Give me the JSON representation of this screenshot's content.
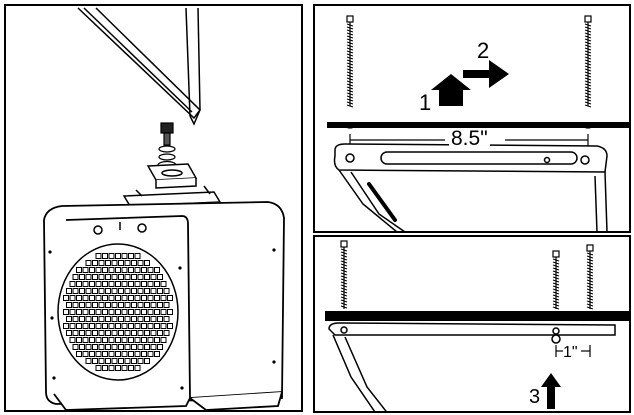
{
  "panels": {
    "top_right": {
      "step_one": "1",
      "step_two": "2",
      "spacing": "8.5\""
    },
    "bottom_right": {
      "step_three": "3",
      "offset": "1\""
    }
  },
  "colors": {
    "line": "#000000",
    "background": "#ffffff",
    "shade": "#555555"
  }
}
